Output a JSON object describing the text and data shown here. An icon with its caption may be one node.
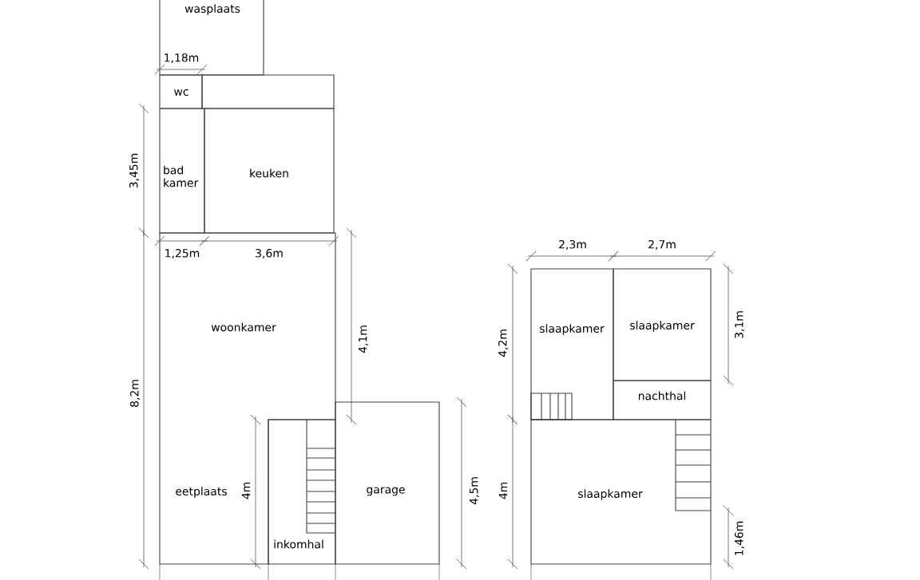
{
  "diagram": {
    "nodes": [
      {
        "text": [
          "wasplaats"
        ]
      },
      {
        "text": [
          "wc"
        ]
      },
      {
        "text": [],
        "shape": "box"
      },
      {
        "text": [
          "bad kamer"
        ]
      },
      {
        "text": [
          "keuken"
        ]
      },
      {
        "text": [
          "woonkamer",
          "eetplaats"
        ]
      },
      {
        "text": [
          "inkomhal"
        ]
      },
      {
        "text": [
          "garage"
        ]
      },
      {
        "text": [
          "slaapkamer"
        ]
      },
      {
        "text": [
          "slaapkamer"
        ]
      },
      {
        "text": [
          "nachthal"
        ]
      },
      {
        "text": [
          "slaapkamer"
        ]
      }
    ],
    "edges": [],
    "labels": [
      "1,18m",
      "3,45m",
      "1,25m",
      "3,6m",
      "2,3m",
      "2,7m",
      "4,2m",
      "3,1m",
      "4,1m",
      "8,2m",
      "4m",
      "4,5m",
      "4m",
      "1,46m"
    ]
  }
}
